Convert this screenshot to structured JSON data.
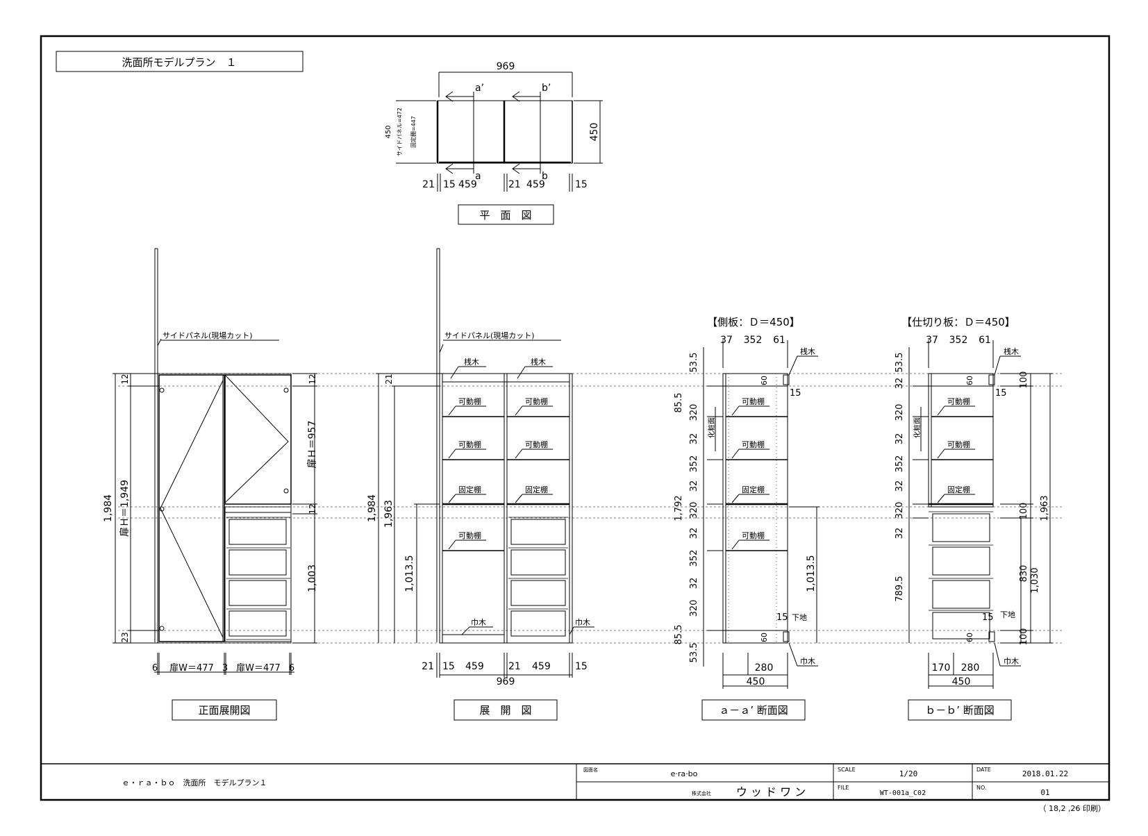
{
  "title_box": "洗面所モデルプラン　１",
  "plan": {
    "width_total": "969",
    "depth_right": "450",
    "depth_left": "450",
    "side_panel_note": "サイドパネル=472",
    "fixed_shelf_note": "固定棚=447",
    "cut_a": "a’",
    "cut_b": "b’",
    "mark_a": "a",
    "mark_b": "b",
    "dims": [
      "21",
      "15",
      "459",
      "21",
      "459",
      "15"
    ],
    "label": "平　面　図"
  },
  "front": {
    "side_panel_label": "サイドパネル(現場カット)",
    "height_total": "1,984",
    "door_height": "扉Ｈ＝1,949",
    "top_gap": "12",
    "bottom_gap": "23",
    "upper_door": "扉Ｈ＝957",
    "mid_gap": "12",
    "lower_height": "1,003",
    "top_gap_right": "12",
    "widths": [
      "6",
      "扉W＝477",
      "3",
      "扉W＝477",
      "6"
    ],
    "label": "正面展開図"
  },
  "develop": {
    "side_panel_label": "サイドパネル(現場カット)",
    "height_total": "1,984",
    "height_inner": "1,963",
    "height_lower": "1,013.5",
    "top_dim": "21",
    "sanki_left": "桟木",
    "sanki_right": "桟木",
    "shelves": [
      "可動棚",
      "可動棚",
      "可動棚",
      "可動棚",
      "固定棚",
      "固定棚",
      "可動棚"
    ],
    "habaki_left": "巾木",
    "habaki_right": "巾木",
    "dims": [
      "21",
      "15",
      "459",
      "21",
      "459",
      "15"
    ],
    "width_total": "969",
    "label": "展　開　図"
  },
  "section_a": {
    "heading": "【側板：Ｄ＝450】",
    "top_dims": [
      "37",
      "352",
      "61"
    ],
    "sanki": "桟木",
    "vertical_dims": [
      "53.5",
      "85.5",
      "320",
      "32",
      "352",
      "32",
      "320",
      "32",
      "352",
      "32",
      "320",
      "85.5",
      "53.5"
    ],
    "inner_dims": [
      "32",
      "32",
      "32",
      "32",
      "32"
    ],
    "finish_label": "化粧面",
    "total": "1,792",
    "lower": "1,013.5",
    "sixty_top": "60",
    "sixty_bottom": "60",
    "fifteen_top": "15",
    "fifteen_bottom": "15",
    "shita": "下地",
    "shelves": [
      "可動棚",
      "可動棚",
      "固定棚",
      "可動棚"
    ],
    "habaki": "巾木",
    "bottom_dims": [
      "280",
      "450"
    ],
    "label": "ａ－ａ’ 断面図"
  },
  "section_b": {
    "heading": "【仕切り板：Ｄ＝450】",
    "top_dims": [
      "37",
      "352",
      "61"
    ],
    "sanki": "桟木",
    "vertical_dims": [
      "53.5",
      "32",
      "320",
      "32",
      "352",
      "32",
      "320",
      "32",
      "789.5"
    ],
    "finish_label": "化粧面",
    "right_dims": [
      "100",
      "100",
      "830",
      "100"
    ],
    "total": "1,963",
    "lower": "1,030",
    "sixty_top": "60",
    "sixty_bottom": "60",
    "fifteen_top": "15",
    "fifteen_bottom": "15",
    "shita": "下地",
    "shelves": [
      "可動棚",
      "可動棚",
      "固定棚"
    ],
    "habaki": "巾木",
    "bottom_dims": [
      "170",
      "280",
      "450"
    ],
    "label": "ｂ－ｂ’ 断面図"
  },
  "title_block": {
    "project": "ｅ・ｒａ・ｂｏ　洗面所　モデルプラン１",
    "drawing_name_label": "図面名",
    "drawing_name": "e·ra·bo",
    "company_prefix": "株式会社",
    "company": "ウ ッ ド ワ ン",
    "scale_label": "SCALE",
    "scale": "1/20",
    "file_label": "FILE",
    "file": "WT-001a_C02",
    "date_label": "DATE",
    "date": "2018.01.22",
    "no_label": "NO.",
    "no": "01",
    "print_note": "（ 18,2 ,26 印刷）"
  }
}
